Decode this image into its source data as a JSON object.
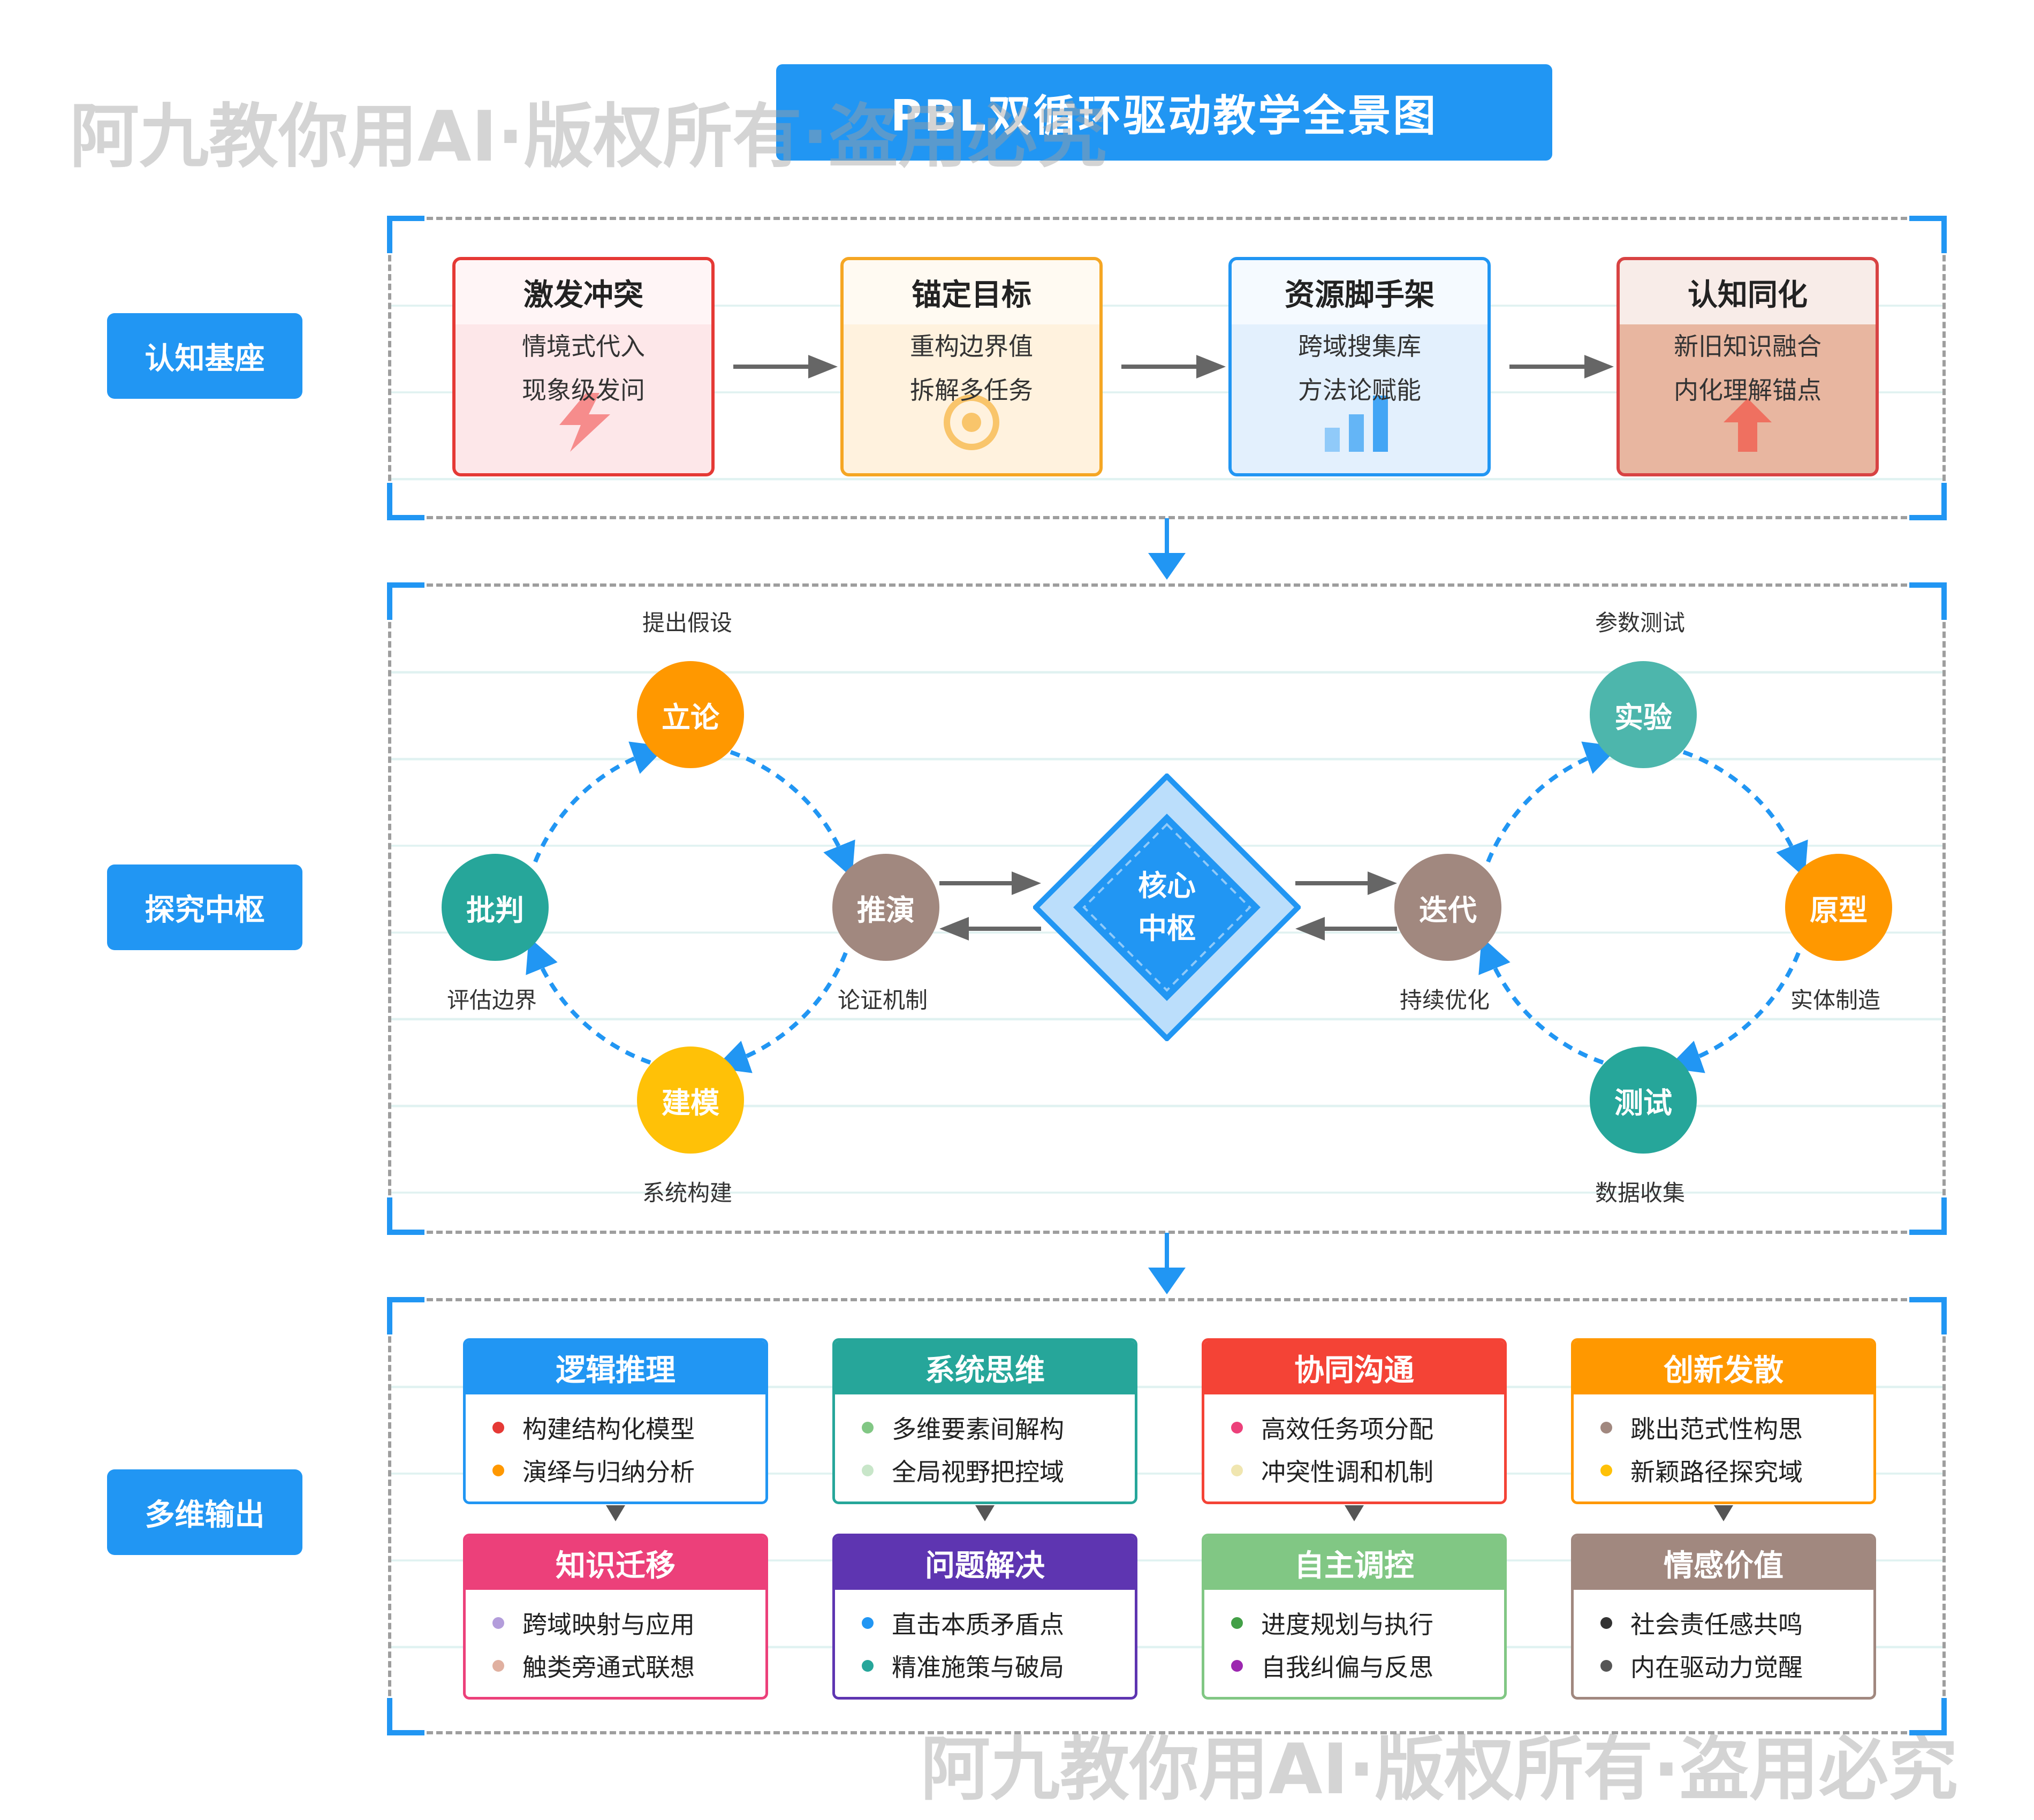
{
  "title": "PBL双循环驱动教学全景图",
  "watermark": "阿九教你用AI·版权所有·盗用必究",
  "sections": {
    "cognitive": "认知基座",
    "inquiry": "探究中枢",
    "output": "多维输出"
  },
  "stages": [
    {
      "title": "激发冲突",
      "lines": [
        "情境式代入",
        "现象级发问"
      ],
      "icon": "lightning-icon",
      "border": "#e53935",
      "bg": "#fde7e9",
      "head_bg": "#fff5f6"
    },
    {
      "title": "锚定目标",
      "lines": [
        "重构边界值",
        "拆解多任务"
      ],
      "icon": "target-icon",
      "border": "#f5a623",
      "bg": "#fff2de",
      "head_bg": "#fffaf2"
    },
    {
      "title": "资源脚手架",
      "lines": [
        "跨域搜集库",
        "方法论赋能"
      ],
      "icon": "bar-chart-icon",
      "border": "#2196f3",
      "bg": "#e3f0fd",
      "head_bg": "#f5faff"
    },
    {
      "title": "认知同化",
      "lines": [
        "新旧知识融合",
        "内化理解锚点"
      ],
      "icon": "up-arrow-icon",
      "border": "#d84343",
      "bg": "#e8b6a0",
      "head_bg": "#f8ece8"
    }
  ],
  "hub": {
    "line1": "核心",
    "line2": "中枢"
  },
  "left_cycle": {
    "nodes": [
      {
        "label": "立论",
        "caption": "提出假设",
        "color": "#ff9800"
      },
      {
        "label": "推演",
        "caption": "论证机制",
        "color": "#a1887f"
      },
      {
        "label": "建模",
        "caption": "系统构建",
        "color": "#ffc107"
      },
      {
        "label": "批判",
        "caption": "评估边界",
        "color": "#26a69a"
      }
    ]
  },
  "right_cycle": {
    "nodes": [
      {
        "label": "实验",
        "caption": "参数测试",
        "color": "#4db6ac"
      },
      {
        "label": "原型",
        "caption": "实体制造",
        "color": "#ff9800"
      },
      {
        "label": "测试",
        "caption": "数据收集",
        "color": "#26a69a"
      },
      {
        "label": "迭代",
        "caption": "持续优化",
        "color": "#a1887f"
      }
    ]
  },
  "outputs": [
    {
      "title": "逻辑推理",
      "color": "#2196f3",
      "items": [
        {
          "text": "构建结构化模型",
          "dot": "#e53935"
        },
        {
          "text": "演绎与归纳分析",
          "dot": "#ff9800"
        }
      ]
    },
    {
      "title": "系统思维",
      "color": "#26a69a",
      "items": [
        {
          "text": "多维要素间解构",
          "dot": "#81c784"
        },
        {
          "text": "全局视野把控域",
          "dot": "#c8e6c9"
        }
      ]
    },
    {
      "title": "协同沟通",
      "color": "#f44336",
      "items": [
        {
          "text": "高效任务项分配",
          "dot": "#ec407a"
        },
        {
          "text": "冲突性调和机制",
          "dot": "#f0e6b0"
        }
      ]
    },
    {
      "title": "创新发散",
      "color": "#ff9800",
      "items": [
        {
          "text": "跳出范式性构思",
          "dot": "#a1887f"
        },
        {
          "text": "新颖路径探究域",
          "dot": "#ffc107"
        }
      ]
    },
    {
      "title": "知识迁移",
      "color": "#ec407a",
      "items": [
        {
          "text": "跨域映射与应用",
          "dot": "#b39ddb"
        },
        {
          "text": "触类旁通式联想",
          "dot": "#e0b0a0"
        }
      ]
    },
    {
      "title": "问题解决",
      "color": "#5e35b1",
      "items": [
        {
          "text": "直击本质矛盾点",
          "dot": "#2196f3"
        },
        {
          "text": "精准施策与破局",
          "dot": "#26a69a"
        }
      ]
    },
    {
      "title": "自主调控",
      "color": "#81c784",
      "items": [
        {
          "text": "进度规划与执行",
          "dot": "#43a047"
        },
        {
          "text": "自我纠偏与反思",
          "dot": "#9c27b0"
        }
      ]
    },
    {
      "title": "情感价值",
      "color": "#a1887f",
      "items": [
        {
          "text": "社会责任感共鸣",
          "dot": "#333333"
        },
        {
          "text": "内在驱动力觉醒",
          "dot": "#555555"
        }
      ]
    }
  ]
}
